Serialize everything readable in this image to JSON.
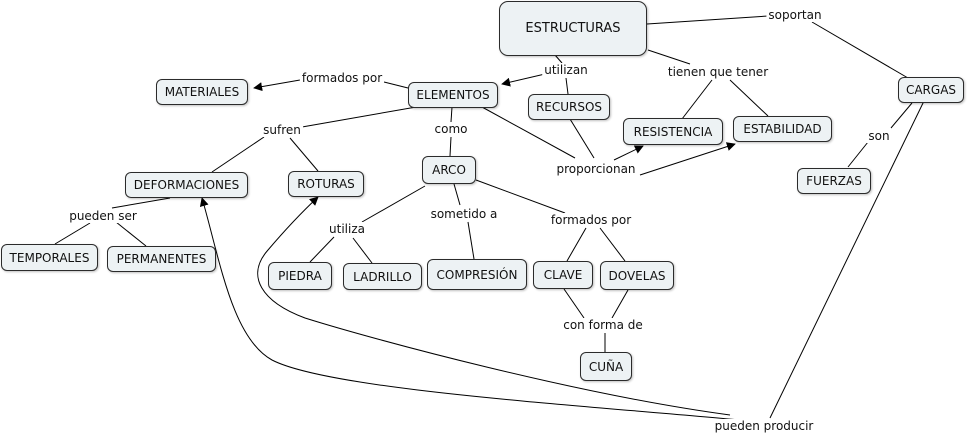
{
  "concepts": {
    "estructuras": "ESTRUCTURAS",
    "cargas": "CARGAS",
    "materiales": "MATERIALES",
    "elementos": "ELEMENTOS",
    "recursos": "RECURSOS",
    "resistencia": "RESISTENCIA",
    "estabilidad": "ESTABILIDAD",
    "fuerzas": "FUERZAS",
    "deformaciones": "DEFORMACIONES",
    "roturas": "ROTURAS",
    "arco": "ARCO",
    "temporales": "TEMPORALES",
    "permanentes": "PERMANENTES",
    "piedra": "PIEDRA",
    "ladrillo": "LADRILLO",
    "compresion": "COMPRESIÓN",
    "clave": "CLAVE",
    "dovelas": "DOVELAS",
    "cuna": "CUÑA"
  },
  "linking_phrases": {
    "soportan": "soportan",
    "formados_por_1": "formados por",
    "utilizan": "utilizan",
    "tienen_que_tener": "tienen que tener",
    "son": "son",
    "sufren": "sufren",
    "como": "como",
    "proporcionan": "proporcionan",
    "pueden_ser": "pueden ser",
    "utiliza": "utiliza",
    "sometido_a": "sometido a",
    "formados_por_2": "formados por",
    "con_forma_de": "con forma de",
    "pueden_producir": "pueden producir"
  },
  "colors": {
    "node_fill": "#edf2f4",
    "node_border": "#2b2b2b",
    "line": "#000000",
    "background": "#ffffff"
  }
}
